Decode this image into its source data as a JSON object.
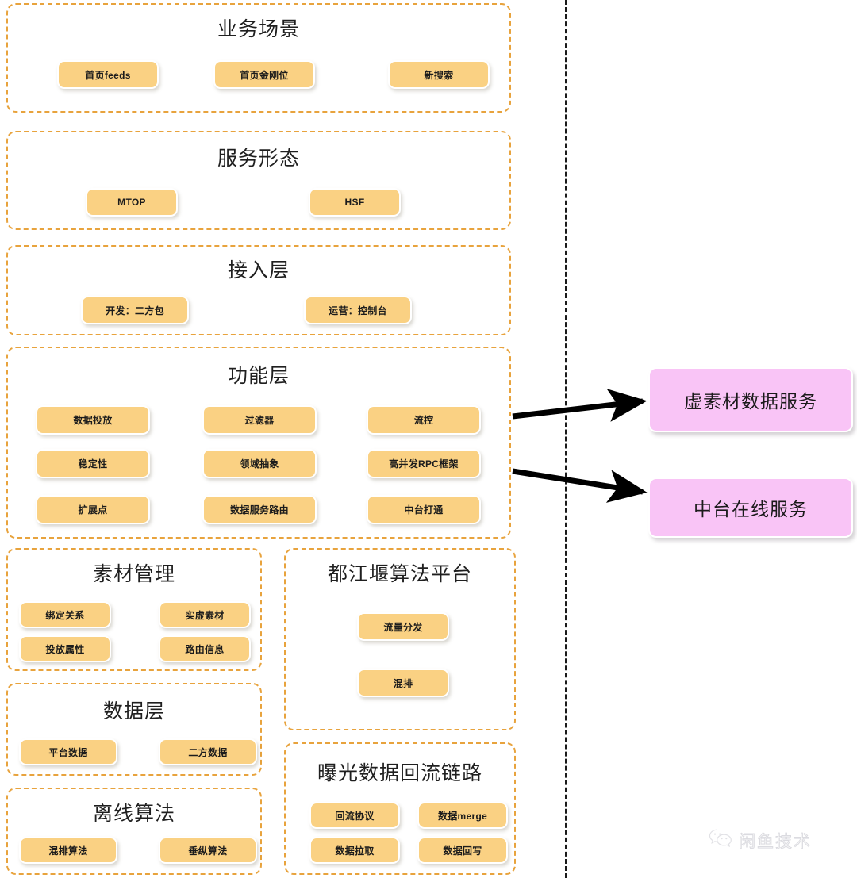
{
  "diagram": {
    "title_bar": null,
    "colors": {
      "group_border": "#e8a33d",
      "pill_fill": "#fad183",
      "pink_fill": "#f9c4f6",
      "arrow": "#000000",
      "divider": "#1a1a1a"
    },
    "groups": [
      {
        "id": "business-scenario",
        "title": "业务场景",
        "items": [
          {
            "label": "首页feeds"
          },
          {
            "label": "首页金刚位"
          },
          {
            "label": "新搜索"
          }
        ]
      },
      {
        "id": "service-form",
        "title": "服务形态",
        "items": [
          {
            "label": "MTOP"
          },
          {
            "label": "HSF"
          }
        ]
      },
      {
        "id": "access-layer",
        "title": "接入层",
        "items": [
          {
            "label": "开发：二方包"
          },
          {
            "label": "运营：控制台"
          }
        ]
      },
      {
        "id": "function-layer",
        "title": "功能层",
        "items": [
          {
            "label": "数据投放"
          },
          {
            "label": "过滤器"
          },
          {
            "label": "流控"
          },
          {
            "label": "稳定性"
          },
          {
            "label": "领域抽象"
          },
          {
            "label": "高并发RPC框架"
          },
          {
            "label": "扩展点"
          },
          {
            "label": "数据服务路由"
          },
          {
            "label": "中台打通"
          }
        ]
      },
      {
        "id": "material-management",
        "title": "素材管理",
        "items": [
          {
            "label": "绑定关系"
          },
          {
            "label": "实虚素材"
          },
          {
            "label": "投放属性"
          },
          {
            "label": "路由信息"
          }
        ]
      },
      {
        "id": "data-layer",
        "title": "数据层",
        "items": [
          {
            "label": "平台数据"
          },
          {
            "label": "二方数据"
          }
        ]
      },
      {
        "id": "offline-algorithm",
        "title": "离线算法",
        "items": [
          {
            "label": "混排算法"
          },
          {
            "label": "垂纵算法"
          }
        ]
      },
      {
        "id": "dujiangyan-platform",
        "title": "都江堰算法平台",
        "items": [
          {
            "label": "流量分发"
          },
          {
            "label": "混排"
          }
        ]
      },
      {
        "id": "exposure-backflow",
        "title": "曝光数据回流链路",
        "items": [
          {
            "label": "回流协议"
          },
          {
            "label": "数据merge"
          },
          {
            "label": "数据拉取"
          },
          {
            "label": "数据回写"
          }
        ]
      }
    ],
    "external_services": [
      {
        "id": "virtual-material-data-service",
        "label": "虚素材数据服务"
      },
      {
        "id": "midplatform-online-service",
        "label": "中台在线服务"
      }
    ],
    "connections": [
      {
        "from": "function-layer",
        "to": "virtual-material-data-service"
      },
      {
        "from": "function-layer",
        "to": "midplatform-online-service"
      }
    ],
    "watermark": {
      "icon": "wechat-icon",
      "text": "闲鱼技术"
    }
  }
}
